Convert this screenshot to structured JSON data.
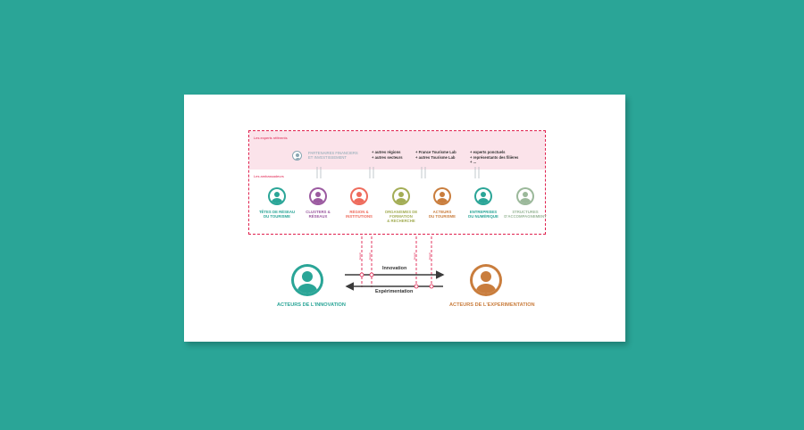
{
  "diagram": {
    "experts_label": "Les experts référents",
    "ambassadors_label": "Les ambassadeurs",
    "partners_line1": "PARTENAIRES FINANCIERS",
    "partners_line2": "ET INVESTISSEMENT",
    "regions": [
      "+ autres régions",
      "+ autres secteurs"
    ],
    "lab": [
      "+ France Tourisme Lab",
      "+ autres Tourisme Lab"
    ],
    "experts": [
      "+ experts ponctuels",
      "+ représentants des filières",
      "+ ..."
    ],
    "ambassadors": [
      {
        "line1": "TÊTES DE RÉSEAU",
        "line2": "DU TOURISME",
        "line3": "",
        "color": "#2aa597"
      },
      {
        "line1": "CLUSTERS &",
        "line2": "RÉSEAUX",
        "line3": "",
        "color": "#9b5aa0"
      },
      {
        "line1": "RÉGION &",
        "line2": "INSTITUTIONS",
        "line3": "",
        "color": "#ee6b5c"
      },
      {
        "line1": "ORGANISMES DE",
        "line2": "FORMATION",
        "line3": "& RECHERCHE",
        "color": "#a3ad55"
      },
      {
        "line1": "ACTEURS",
        "line2": "DU TOURISME",
        "line3": "",
        "color": "#c97d3d"
      },
      {
        "line1": "ENTREPRISES",
        "line2": "DU NUMÉRIQUE",
        "line3": "",
        "color": "#2aa597"
      },
      {
        "line1": "STRUCTURES",
        "line2": "D'ACCOMPAGNEMENT",
        "line3": "",
        "color": "#9bb89a"
      }
    ],
    "innovation_label": "Innovation",
    "experimentation_label": "Expérimentation",
    "actor_left": "ACTEURS DE L'INNOVATION",
    "actor_right": "ACTEURS DE L'EXPERIMENTATION",
    "tiny_labels": [
      "besoin",
      "besoin",
      "besoin",
      "besoin"
    ],
    "colors": {
      "accent": "#e0224f",
      "teal": "#2aa597",
      "orange": "#c97d3d",
      "background": "#2aa597"
    }
  }
}
